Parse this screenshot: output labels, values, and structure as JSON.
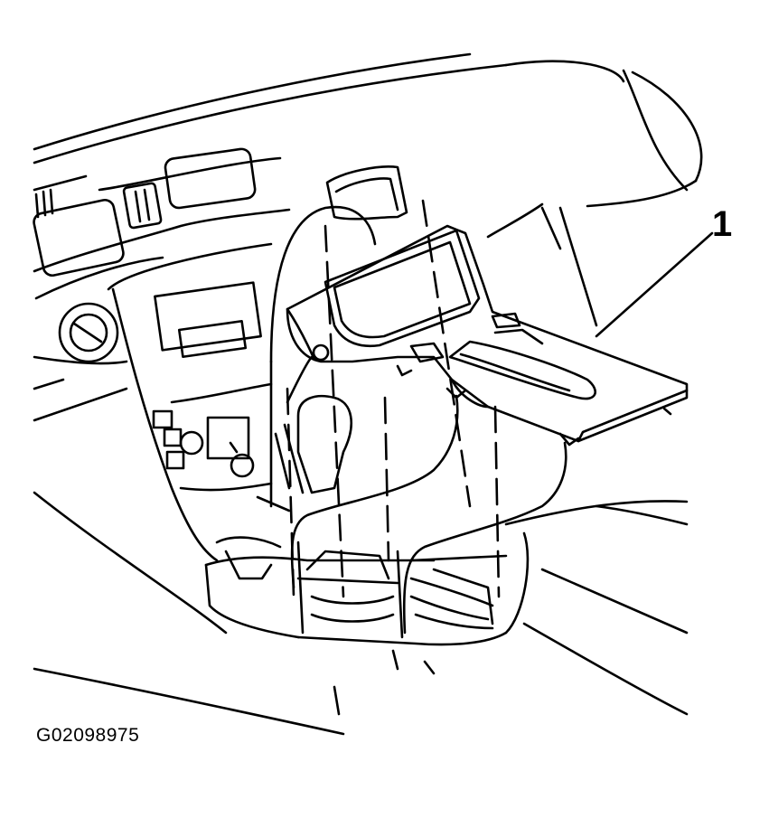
{
  "diagram": {
    "callouts": [
      {
        "id": "1",
        "label": "1"
      }
    ],
    "figure_id": "G02098975",
    "colors": {
      "ink": "#000000",
      "paper": "#ffffff"
    }
  }
}
